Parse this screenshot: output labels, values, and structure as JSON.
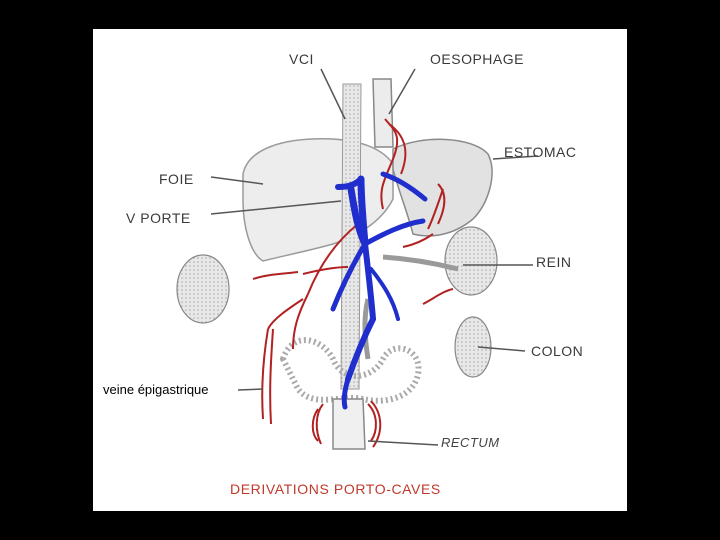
{
  "labels": {
    "vci": "VCI",
    "oesophage": "OESOPHAGE",
    "estomac": "ESTOMAC",
    "foie": "FOIE",
    "v_porte": "V PORTE",
    "rein": "REIN",
    "colon": "COLON",
    "veine_epigastrique": "veine épigastrique",
    "rectum": "RECTUM"
  },
  "caption": "DERIVATIONS PORTO-CAVES",
  "colors": {
    "portal_vein": "#1f2ecc",
    "anastomoses": "#b22222",
    "organ_outline": "#888888",
    "caption": "#c0392b"
  }
}
